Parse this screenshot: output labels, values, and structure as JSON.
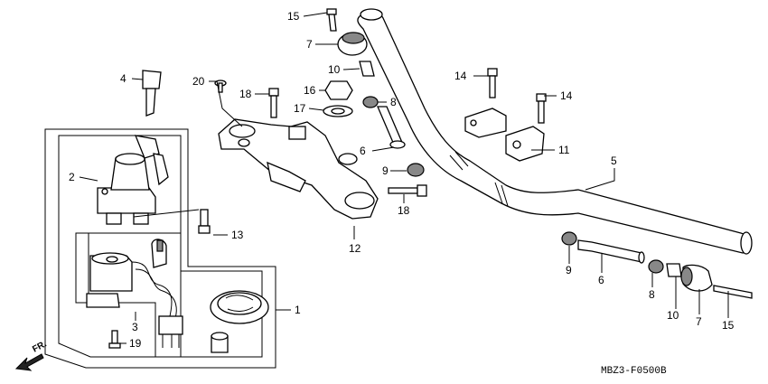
{
  "diagram_code": "MBZ3-F0500B",
  "direction_label": "FR.",
  "callouts": {
    "c1": "1",
    "c2": "2",
    "c3": "3",
    "c4": "4",
    "c5": "5",
    "c6a": "6",
    "c6b": "6",
    "c7a": "7",
    "c7b": "7",
    "c8a": "8",
    "c8b": "8",
    "c9a": "9",
    "c9b": "9",
    "c10a": "10",
    "c10b": "10",
    "c11": "11",
    "c12": "12",
    "c13": "13",
    "c14a": "14",
    "c14b": "14",
    "c15a": "15",
    "c15b": "15",
    "c16": "16",
    "c17": "17",
    "c18a": "18",
    "c18b": "18",
    "c19": "19",
    "c20": "20"
  }
}
